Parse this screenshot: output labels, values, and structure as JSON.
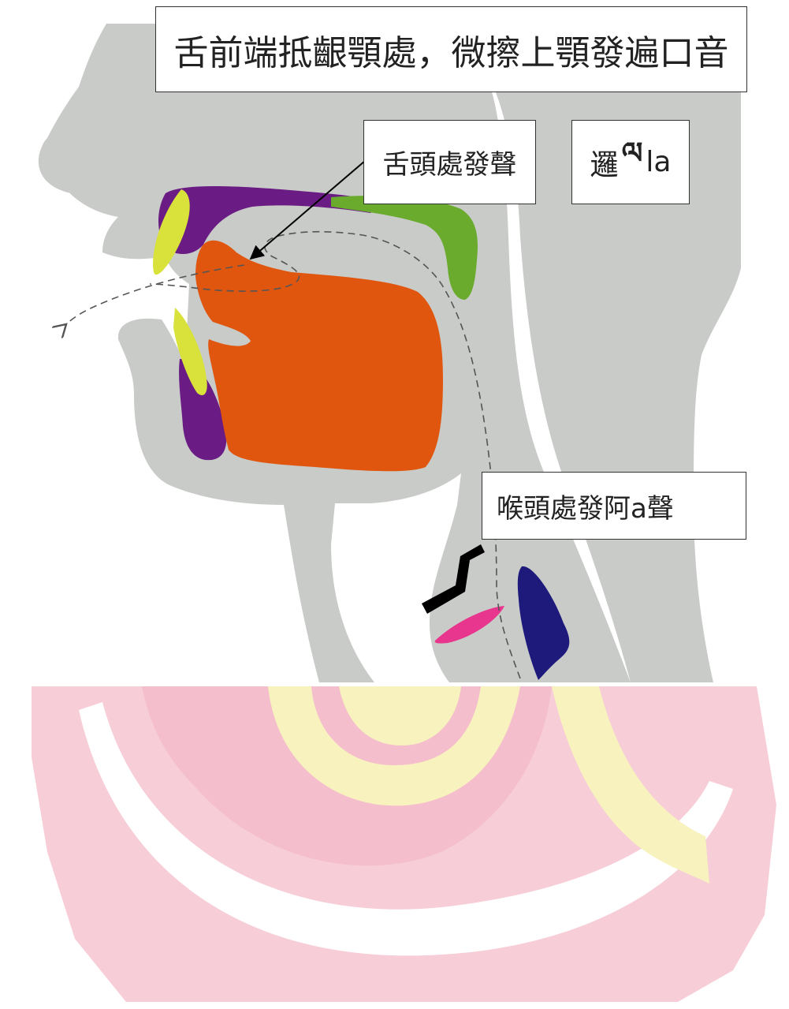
{
  "labels": {
    "title": "舌前端抵齦顎處，微擦上顎發遍口音",
    "tongue_tip": "舌頭處發聲",
    "syllable_char": "邏",
    "syllable_tibetan": "ལ",
    "syllable_latin": "la",
    "throat": "喉頭處發阿a聲"
  },
  "colors": {
    "profile_gray": "#c8cbc7",
    "palate_purple": "#6a1b84",
    "tooth_yellow": "#d9e23a",
    "velum_green": "#6aab2e",
    "tongue_orange": "#e0560f",
    "vocal_fold_pink": "#e8368f",
    "epiglottis_navy": "#1e1a7c",
    "watermark_pink": "#f7c9d3",
    "watermark_yellow": "#f7f1b8"
  }
}
